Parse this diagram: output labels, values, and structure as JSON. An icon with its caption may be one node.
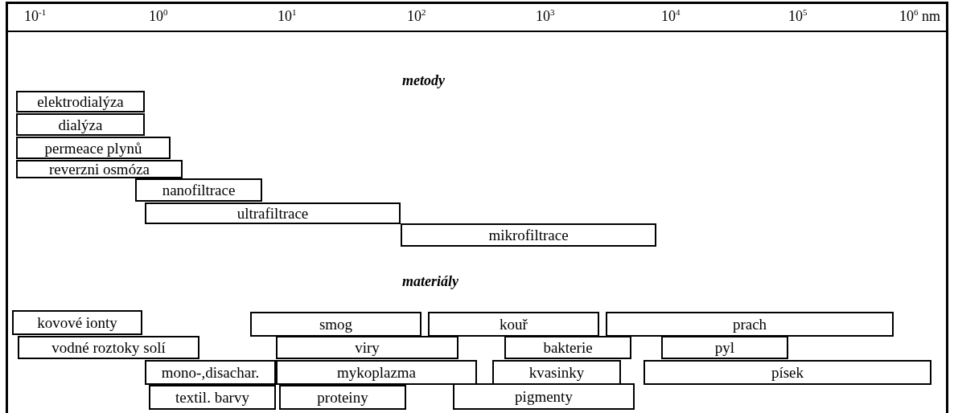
{
  "diagram": {
    "nodes": [
      {
        "text": [
          "elektrodialýza"
        ]
      },
      {
        "text": [
          "dialýza"
        ]
      },
      {
        "text": [
          "permeace plynů"
        ]
      },
      {
        "text": [
          "reverzni osmóza"
        ]
      },
      {
        "text": [
          "nanofiltrace"
        ]
      },
      {
        "text": [
          "ultrafiltrace"
        ]
      },
      {
        "text": [
          "mikrofiltrace"
        ]
      },
      {
        "text": [
          "kovové ionty"
        ]
      },
      {
        "text": [
          "smog"
        ]
      },
      {
        "text": [
          "kouř"
        ]
      },
      {
        "text": [
          "prach"
        ]
      },
      {
        "text": [
          "vodné roztoky solí"
        ]
      },
      {
        "text": [
          "viry"
        ]
      },
      {
        "text": [
          "bakterie"
        ]
      },
      {
        "text": [
          "pyl"
        ]
      },
      {
        "text": [
          "mono-,disachar."
        ]
      },
      {
        "text": [
          "mykoplazma"
        ]
      },
      {
        "text": [
          "kvasinky"
        ]
      },
      {
        "text": [
          "písek"
        ]
      },
      {
        "text": [
          "textil. barvy"
        ]
      },
      {
        "text": [
          "proteiny"
        ]
      },
      {
        "text": [
          "pigmenty"
        ]
      }
    ],
    "labels": [
      "10$^{-1}$",
      "10$^{0}$",
      "10$^{1}$",
      "10$^{2}$",
      "10$^{3}$",
      "10$^{4}$",
      "10$^{5}$",
      "10$^{6}$ nm",
      "metody",
      "materiály"
    ]
  }
}
